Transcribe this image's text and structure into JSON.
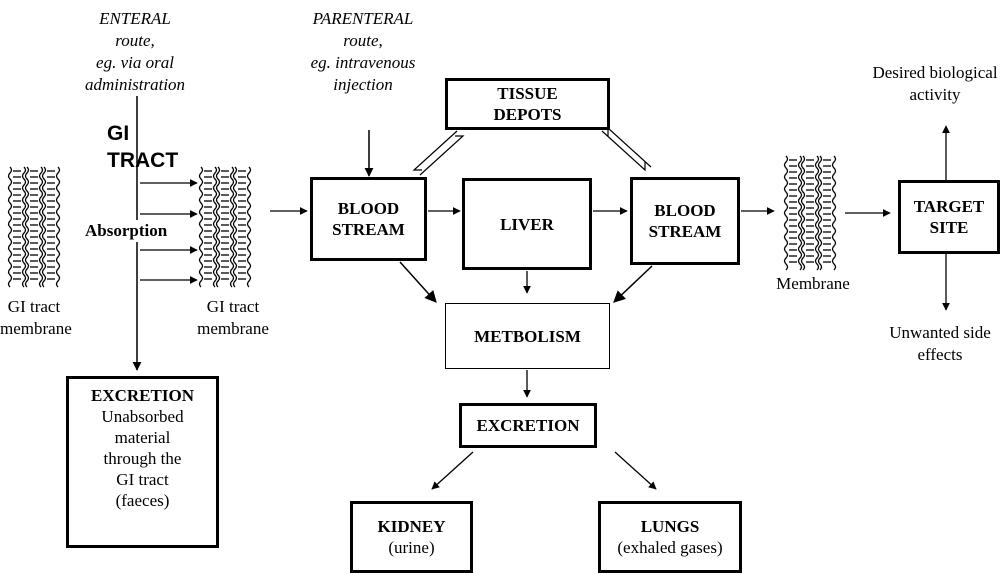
{
  "routes": {
    "enteral": [
      "ENTERAL",
      "route,",
      "eg. via oral",
      "administration"
    ],
    "parenteral": [
      "PARENTERAL",
      "route,",
      "eg. intravenous",
      "injection"
    ]
  },
  "gi_tract": {
    "line1": "GI",
    "line2": "TRACT",
    "absorption": "Absorption"
  },
  "membranes": {
    "left": [
      "GI tract",
      "membrane"
    ],
    "middle": [
      "GI tract",
      "membrane"
    ],
    "right": "Membrane"
  },
  "nodes": {
    "tissue_depots": [
      "TISSUE",
      "DEPOTS"
    ],
    "blood_stream_left": [
      "BLOOD",
      "STREAM"
    ],
    "liver": "LIVER",
    "blood_stream_right": [
      "BLOOD",
      "STREAM"
    ],
    "target_site": [
      "TARGET",
      "SITE"
    ],
    "metabolism": "METBOLISM",
    "excretion": "EXCRETION",
    "kidney": {
      "title": "KIDNEY",
      "note": "(urine)"
    },
    "lungs": {
      "title": "LUNGS",
      "note": "(exhaled gases)"
    },
    "excretion_gi": {
      "title": "EXCRETION",
      "lines": [
        "Unabsorbed",
        "material",
        "through the",
        "GI tract",
        "(faeces)"
      ]
    }
  },
  "outcomes": {
    "desired": [
      "Desired  biological",
      "activity"
    ],
    "unwanted": [
      "Unwanted side",
      "effects"
    ]
  }
}
